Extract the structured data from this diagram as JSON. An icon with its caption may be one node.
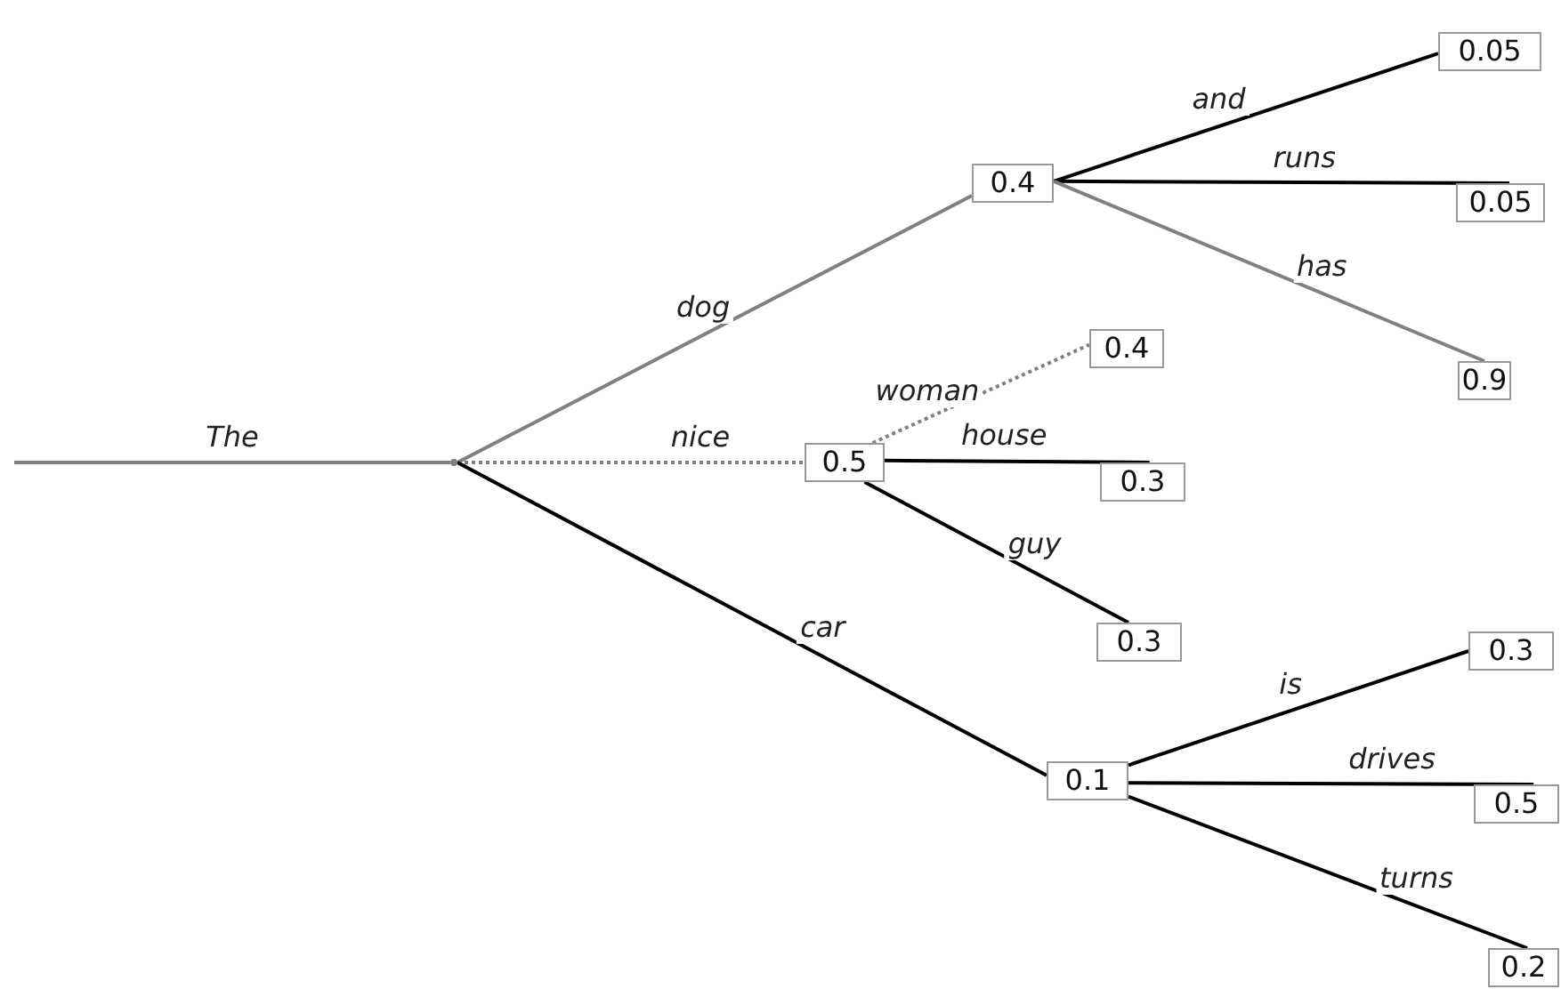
{
  "diagram": {
    "nodes": [
      {
        "text": [],
        "shape": "point"
      },
      {
        "text": [
          "0.4"
        ]
      },
      {
        "text": [
          "0.05"
        ]
      },
      {
        "text": [
          "0.05"
        ]
      },
      {
        "text": [
          "0.9"
        ]
      },
      {
        "text": [
          "0.5"
        ]
      },
      {
        "text": [
          "0.4"
        ]
      },
      {
        "text": [
          "0.3"
        ]
      },
      {
        "text": [
          "0.3"
        ]
      },
      {
        "text": [
          "0.1"
        ]
      },
      {
        "text": [
          "0.3"
        ]
      },
      {
        "text": [
          "0.5"
        ]
      },
      {
        "text": [
          "0.2"
        ]
      }
    ],
    "edges": [
      {
        "from": null,
        "to": 0,
        "arrow": "none",
        "label": "The",
        "color": "#808080"
      },
      {
        "from": 0,
        "to": 1,
        "arrow": "none",
        "label": "dog",
        "color": "#808080"
      },
      {
        "from": 0,
        "to": 5,
        "arrow": "none",
        "label": "nice",
        "style": "dashed",
        "color": "#808080"
      },
      {
        "from": 0,
        "to": 9,
        "arrow": "none",
        "label": "car"
      },
      {
        "from": 1,
        "to": 2,
        "arrow": "none",
        "label": "and"
      },
      {
        "from": 1,
        "to": 3,
        "arrow": "none",
        "label": "runs"
      },
      {
        "from": 1,
        "to": 4,
        "arrow": "none",
        "label": "has",
        "color": "#808080"
      },
      {
        "from": 5,
        "to": 6,
        "arrow": "none",
        "label": "woman",
        "style": "dashed",
        "color": "#808080"
      },
      {
        "from": 5,
        "to": 7,
        "arrow": "none",
        "label": "house"
      },
      {
        "from": 5,
        "to": 8,
        "arrow": "none",
        "label": "guy"
      },
      {
        "from": 9,
        "to": 10,
        "arrow": "none",
        "label": "is"
      },
      {
        "from": 9,
        "to": 11,
        "arrow": "none",
        "label": "drives"
      },
      {
        "from": 9,
        "to": 12,
        "arrow": "none",
        "label": "turns"
      }
    ]
  }
}
